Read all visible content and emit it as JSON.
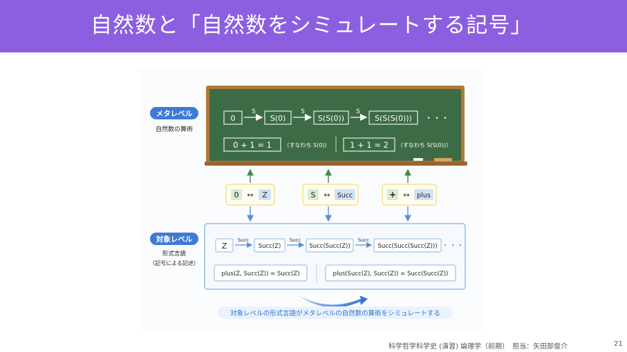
{
  "slide": {
    "title": "自然数と「自然数をシミュレートする記号」",
    "footer": "科学哲学科学史 (演習) 論理学（前期）　担当：矢田部俊介",
    "page_number": "21"
  },
  "meta_level": {
    "badge": "メタレベル",
    "caption": "自然数の算術",
    "chain": [
      "0",
      "S(0)",
      "S(S(0))",
      "S(S(S(0)))"
    ],
    "arrow_label": "S",
    "ellipsis": "・・・",
    "eq1": "0 + 1 = 1",
    "eq1_note": "（すなわち S(0)）",
    "eq2": "1 + 1 = 2",
    "eq2_note": "（すなわち S(S(0))）"
  },
  "mapping": [
    {
      "meta": "0",
      "arrow": "↔",
      "object": "Z"
    },
    {
      "meta": "S",
      "arrow": "↔",
      "object": "Succ"
    },
    {
      "meta": "+",
      "arrow": "↔",
      "object": "plus"
    }
  ],
  "object_level": {
    "badge": "対象レベル",
    "caption1": "形式言語",
    "caption2": "（記号による記述）",
    "chain": [
      "Z",
      "Succ(Z)",
      "Succ(Succ(Z))",
      "Succ(Succ(Succ(Z)))"
    ],
    "arrow_label": "Succ",
    "ellipsis": "・・・",
    "eq1": "plus(Z, Succ(Z)) = Succ(Z)",
    "eq2": "plus(Succ(Z), Succ(Z)) = Succ(Succ(Z))"
  },
  "bottom_caption": "対象レベルの形式言語がメタレベルの自然数の算術をシミュレートする",
  "colors": {
    "title_bar": "#8b5fe0",
    "chalkboard": "#3d6b45",
    "frame": "#b07a3c",
    "badge": "#3d7bd6",
    "object_border": "#7fb2e0"
  }
}
